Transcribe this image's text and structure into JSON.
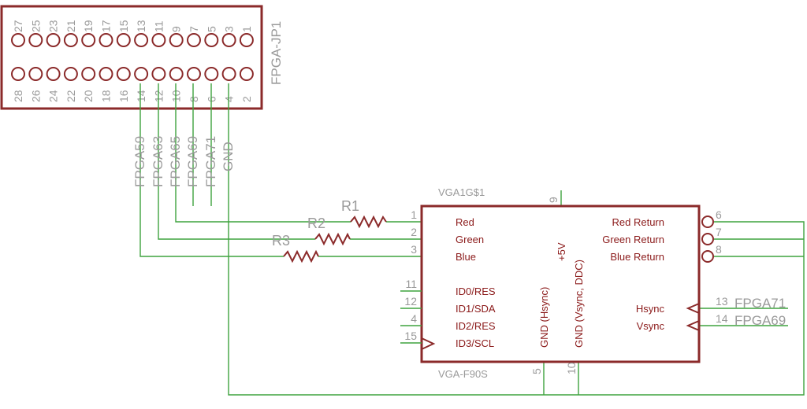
{
  "header": {
    "name": "FPGA-JP1",
    "top_pins": [
      "27",
      "25",
      "23",
      "21",
      "19",
      "17",
      "15",
      "13",
      "11",
      "9",
      "7",
      "5",
      "3",
      "1"
    ],
    "bottom_pins": [
      "28",
      "26",
      "24",
      "22",
      "20",
      "18",
      "16",
      "14",
      "12",
      "10",
      "8",
      "6",
      "4",
      "2"
    ]
  },
  "header_nets": [
    "FPGA59",
    "FPGA63",
    "FPGA65",
    "FPGA69",
    "FPGA71",
    "GND"
  ],
  "resistors": [
    "R1",
    "R2",
    "R3"
  ],
  "vga": {
    "name": "VGA1G$1",
    "value": "VGA-F90S",
    "left_pins": [
      {
        "num": "1",
        "label": "Red"
      },
      {
        "num": "2",
        "label": "Green"
      },
      {
        "num": "3",
        "label": "Blue"
      },
      {
        "num": "11",
        "label": "ID0/RES"
      },
      {
        "num": "12",
        "label": "ID1/SDA"
      },
      {
        "num": "4",
        "label": "ID2/RES"
      },
      {
        "num": "15",
        "label": "ID3/SCL"
      }
    ],
    "right_pins": [
      {
        "num": "6",
        "label": "Red Return"
      },
      {
        "num": "7",
        "label": "Green Return"
      },
      {
        "num": "8",
        "label": "Blue Return"
      },
      {
        "num": "13",
        "label": "Hsync"
      },
      {
        "num": "14",
        "label": "Vsync"
      }
    ],
    "top_pin": {
      "num": "9",
      "label": "+5V"
    },
    "bottom_pins": [
      {
        "num": "5",
        "label": "GND (Hsync)"
      },
      {
        "num": "10",
        "label": "GND (Vsync, DDC)"
      }
    ]
  },
  "sync_nets": [
    "FPGA71",
    "FPGA69"
  ],
  "colors": {
    "part": "#8b2a2a",
    "wire": "#3fa33f",
    "text": "#9a9a9a"
  }
}
